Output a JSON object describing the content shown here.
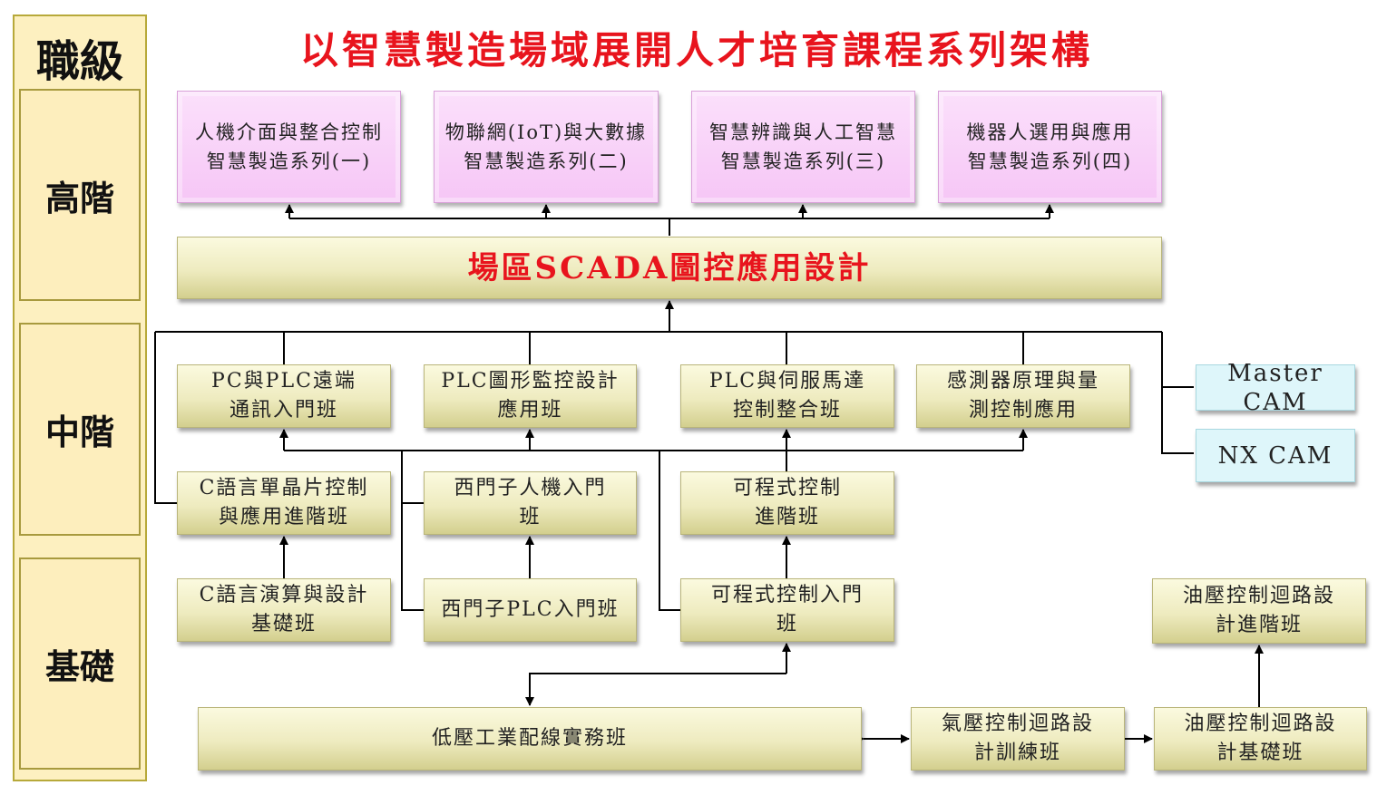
{
  "sidebar": {
    "title": "職級",
    "levels": [
      "高階",
      "中階",
      "基礎"
    ]
  },
  "title": "以智慧製造場域展開人才培育課程系列架構",
  "advanced": [
    {
      "line1": "人機介面與整合控制",
      "line2": "智慧製造系列(一)"
    },
    {
      "line1": "物聯網(IoT)與大數據",
      "line2": "智慧製造系列(二)"
    },
    {
      "line1": "智慧辨識與人工智慧",
      "line2": "智慧製造系列(三)"
    },
    {
      "line1": "機器人選用與應用",
      "line2": "智慧製造系列(四)"
    }
  ],
  "scada": "場區SCADA圖控應用設計",
  "mid": [
    {
      "line1": "PC與PLC遠端",
      "line2": "通訊入門班"
    },
    {
      "line1": "PLC圖形監控設計",
      "line2": "應用班"
    },
    {
      "line1": "PLC與伺服馬達",
      "line2": "控制整合班"
    },
    {
      "line1": "感測器原理與量",
      "line2": "測控制應用"
    }
  ],
  "cam": [
    "Master CAM",
    "NX CAM"
  ],
  "row3": [
    {
      "line1": "C語言單晶片控制",
      "line2": "與應用進階班"
    },
    {
      "line1": "西門子人機入門",
      "line2": "班"
    },
    {
      "line1": "可程式控制",
      "line2": "進階班"
    }
  ],
  "row4": [
    {
      "line1": "C語言演算與設計",
      "line2": "基礎班"
    },
    {
      "line1": "西門子PLC入門班",
      "line2": ""
    },
    {
      "line1": "可程式控制入門",
      "line2": "班"
    },
    {
      "line1": "油壓控制迴路設",
      "line2": "計進階班"
    }
  ],
  "bottom": [
    {
      "line1": "低壓工業配線實務班",
      "line2": ""
    },
    {
      "line1": "氣壓控制迴路設",
      "line2": "計訓練班"
    },
    {
      "line1": "油壓控制迴路設",
      "line2": "計基礎班"
    }
  ]
}
